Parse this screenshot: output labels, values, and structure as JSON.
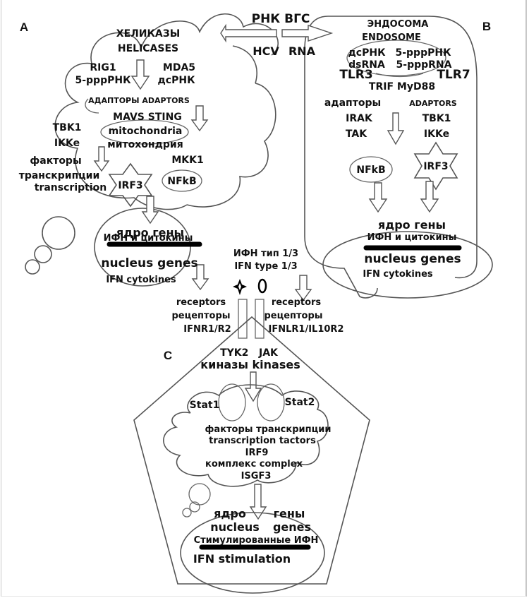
{
  "panels": {
    "A": {
      "label": "A",
      "helicases_ru": "ХЕЛИКАЗЫ",
      "helicases_en": "HELICASES",
      "rig1": "RIG1",
      "rig1_ligand": "5-pppРНК",
      "mda5": "MDA5",
      "mda5_ligand": "дсРНК",
      "adaptors": "АДАПТОРЫ  ADAPTORS",
      "mavs_sting": "MAVS STING",
      "mito_en": "mitochondria",
      "mito_ru": "митохондрия",
      "tbk1": "TBK1",
      "ikke": "IKKe",
      "factors_ru": "факторы",
      "transcription_ru": "транскрипции",
      "transcription_en": "transcription",
      "irf3": "IRF3",
      "mkk1": "MKK1",
      "nfkb": "NFkB",
      "nucleus_ru_1": "ядро гены",
      "nucleus_ru_2": "ИФН и цитокины",
      "nucleus_en_1": "nucleus genes",
      "nucleus_en_2": "IFN cytokines"
    },
    "B": {
      "label": "B",
      "endosome_ru": "ЭНДОСОМА",
      "endosome_en": "ENDOSOME",
      "dsrna_ru": "дсРНК",
      "ppprna_ru": "5-pppРНК",
      "dsrna_en": "dsRNA",
      "ppprna_en": "5-pppRNA",
      "tlr3": "TLR3",
      "tlr7": "TLR7",
      "trif_myd88": "TRIF MyD88",
      "adaptors_ru": "адапторы",
      "adaptors_en": "ADAPTORS",
      "irak": "IRAK",
      "tak": "TAK",
      "tbk1": "TBK1",
      "ikke": "IKKe",
      "nfkb": "NFkB",
      "irf3": "IRF3",
      "nucleus_ru_1": "ядро гены",
      "nucleus_ru_2": "ИФН и цитокины",
      "nucleus_en_1": "nucleus genes",
      "nucleus_en_2": "IFN cytokines"
    },
    "C": {
      "label": "C",
      "tyk2_jak": "TYK2   JAK",
      "kinases": "киназы kinases",
      "stat1": "Stat1",
      "stat2": "Stat2",
      "factors_ru": "факторы транскрипции",
      "factors_en": "transcription tactors",
      "irf9": "IRF9",
      "complex": "комплекс  complex",
      "isgf3": "ISGF3",
      "nucleus_ru": "ядро",
      "genes_ru": "гены",
      "nucleus_en": "nucleus",
      "genes_en": "genes",
      "stimulated_ru": "Стимулированные ИФН",
      "stimulation_en": "IFN stimulation"
    }
  },
  "center": {
    "rna_ru": "РНК ВГС",
    "rna_en_1": "HCV",
    "rna_en_2": "RNA",
    "ifn_type_ru": "ИФН тип 1/3",
    "ifn_type_en": "IFN type 1/3",
    "receptor_left": {
      "en": "receptors",
      "ru": "рецепторы",
      "name": "IFNR1/R2"
    },
    "receptor_right": {
      "en": "receptors",
      "ru": "рецепторы",
      "name": "IFNLR1/IL10R2"
    }
  }
}
